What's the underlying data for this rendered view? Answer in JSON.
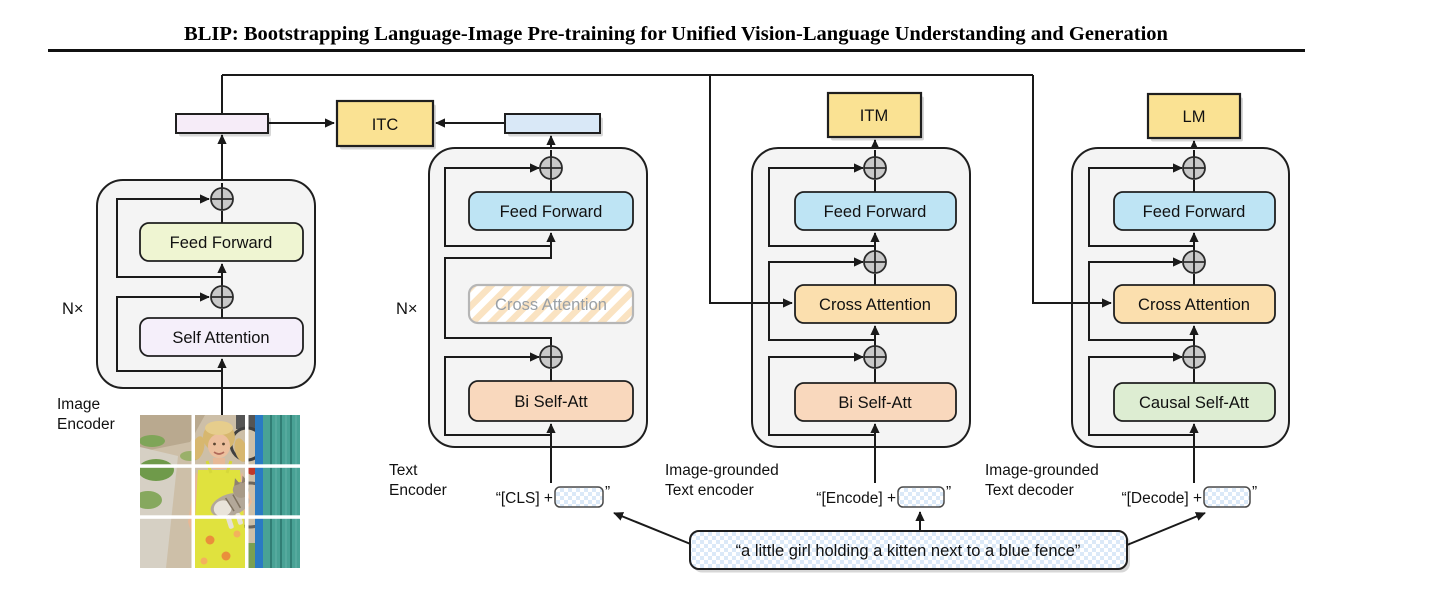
{
  "title": "BLIP: Bootstrapping Language-Image Pre-training for Unified Vision-Language Understanding and Generation",
  "losses": {
    "itc": "ITC",
    "itm": "ITM",
    "lm": "LM"
  },
  "repeat_label": "N×",
  "columns": {
    "image_encoder": {
      "name_line1": "Image",
      "name_line2": "Encoder",
      "feed_forward": "Feed Forward",
      "self_attention": "Self Attention"
    },
    "text_encoder": {
      "name_line1": "Text",
      "name_line2": "Encoder",
      "feed_forward": "Feed Forward",
      "cross_attention": "Cross Attention",
      "self_attention": "Bi Self-Att",
      "token_prefix": "“[CLS] +",
      "token_close": "”"
    },
    "grounded_encoder": {
      "name_line1": "Image-grounded",
      "name_line2": "Text encoder",
      "feed_forward": "Feed Forward",
      "cross_attention": "Cross Attention",
      "self_attention": "Bi Self-Att",
      "token_prefix": "“[Encode] +",
      "token_close": "”"
    },
    "grounded_decoder": {
      "name_line1": "Image-grounded",
      "name_line2": "Text decoder",
      "feed_forward": "Feed Forward",
      "cross_attention": "Cross Attention",
      "self_attention": "Causal Self-Att",
      "token_prefix": "“[Decode] +",
      "token_close": "”"
    }
  },
  "caption_text": "“a little girl holding a kitten next to a blue fence”",
  "input_image_alt": "photo of a little girl holding a kitten next to a blue fence, split into a 3×3 patch grid",
  "colors": {
    "loss_box": "#FAE293",
    "feed_forward_blue": "#BEE4F4",
    "feed_forward_green": "#EFF5D2",
    "self_attention_lavender": "#F5EFFA",
    "bi_self_att_peach": "#F9D8BD",
    "causal_self_att_green": "#DDEDD2",
    "cross_attention_orange": "#FBDFAE",
    "container_gray": "#F4F4F4",
    "image_pill": "#F6ECF8",
    "text_pill": "#D9E8F7",
    "checker_blue": "#DBE9F8",
    "hatch_orange": "#FAE3C2",
    "line": "#1A1A1A"
  }
}
